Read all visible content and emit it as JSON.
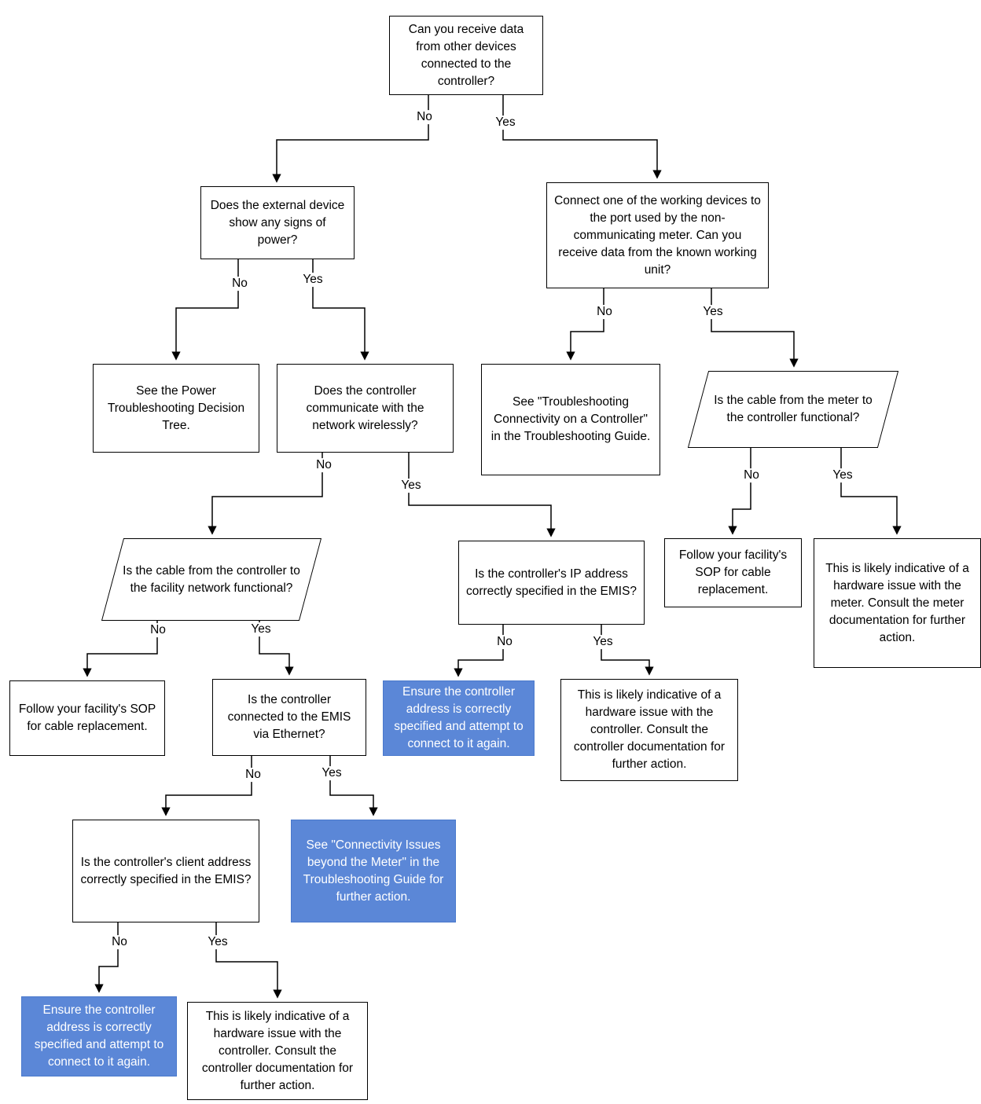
{
  "colors": {
    "node_bg": "#ffffff",
    "node_border": "#000000",
    "node_text": "#000000",
    "highlight_bg": "#5b87d7",
    "highlight_border": "#4a79cc",
    "highlight_text": "#ffffff"
  },
  "labels": {
    "no": "No",
    "yes": "Yes"
  },
  "nodes": {
    "root": "Can you receive data from other devices connected to the controller?",
    "external_power": "Does the external device show any signs of power?",
    "power_tree": "See the Power Troubleshooting Decision Tree.",
    "wireless": "Does the controller communicate with the network wirelessly?",
    "cable_facility": "Is the cable from the controller to the facility network functional?",
    "sop_cable_1": "Follow your facility's SOP for cable replacement.",
    "ethernet": "Is the controller connected to the EMIS via Ethernet?",
    "client_address": "Is the controller's client address correctly specified in the EMIS?",
    "ensure_address_1": "Ensure the controller address is correctly specified and attempt to connect to it again.",
    "hw_controller_1": "This is likely indicative of a hardware issue with the controller. Consult the controller documentation for further action.",
    "connectivity_guide": "See \"Connectivity Issues beyond the Meter\" in the Troubleshooting Guide for further action.",
    "ip_address": "Is the controller's IP address correctly specified in the EMIS?",
    "ensure_address_2": "Ensure the controller address is correctly specified and attempt to connect to it again.",
    "hw_controller_2": "This is likely indicative of a hardware issue with the controller. Consult the controller documentation for further action.",
    "working_device": "Connect one of the working devices to the port used by the non-communicating meter. Can you receive data from the known working unit?",
    "troubleshooting_connectivity": "See \"Troubleshooting Connectivity on a Controller\" in the Troubleshooting Guide.",
    "cable_meter": "Is the cable from the meter to the controller functional?",
    "sop_cable_2": "Follow your facility's SOP for cable replacement.",
    "hw_meter": "This is likely indicative of a hardware issue with the meter. Consult the meter documentation for further action."
  }
}
